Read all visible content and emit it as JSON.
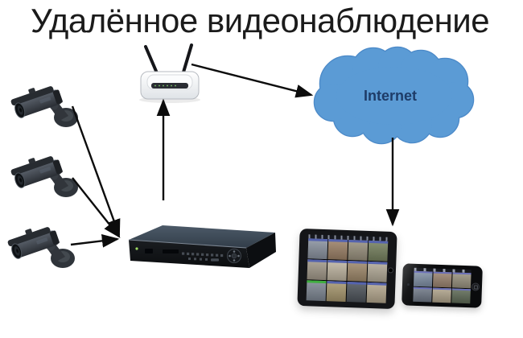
{
  "title": "Удалённое видеонаблюдение",
  "cloud": {
    "label": "Internet",
    "fill": "#5b9bd5",
    "stroke": "#4b89c8",
    "label_color": "#1e3c68"
  },
  "colors": {
    "background": "#ffffff",
    "arrow": "#0c0c0c",
    "title_text": "#1b1b1b"
  },
  "diagram": {
    "type": "network-topology",
    "nodes": [
      {
        "id": "camera-1",
        "kind": "bullet-camera"
      },
      {
        "id": "camera-2",
        "kind": "bullet-camera"
      },
      {
        "id": "camera-3",
        "kind": "bullet-camera"
      },
      {
        "id": "dvr",
        "kind": "dvr-recorder"
      },
      {
        "id": "router",
        "kind": "wifi-router",
        "antennas": 2
      },
      {
        "id": "internet",
        "kind": "cloud",
        "label": "Internet"
      },
      {
        "id": "tablet",
        "kind": "tablet",
        "camera_tiles": 12
      },
      {
        "id": "phone",
        "kind": "smartphone",
        "camera_tiles": 6
      }
    ],
    "edges": [
      {
        "from": "camera-1",
        "to": "dvr"
      },
      {
        "from": "camera-2",
        "to": "dvr"
      },
      {
        "from": "camera-3",
        "to": "dvr"
      },
      {
        "from": "dvr",
        "to": "router"
      },
      {
        "from": "router",
        "to": "internet"
      },
      {
        "from": "internet",
        "to": "tablet"
      }
    ]
  }
}
